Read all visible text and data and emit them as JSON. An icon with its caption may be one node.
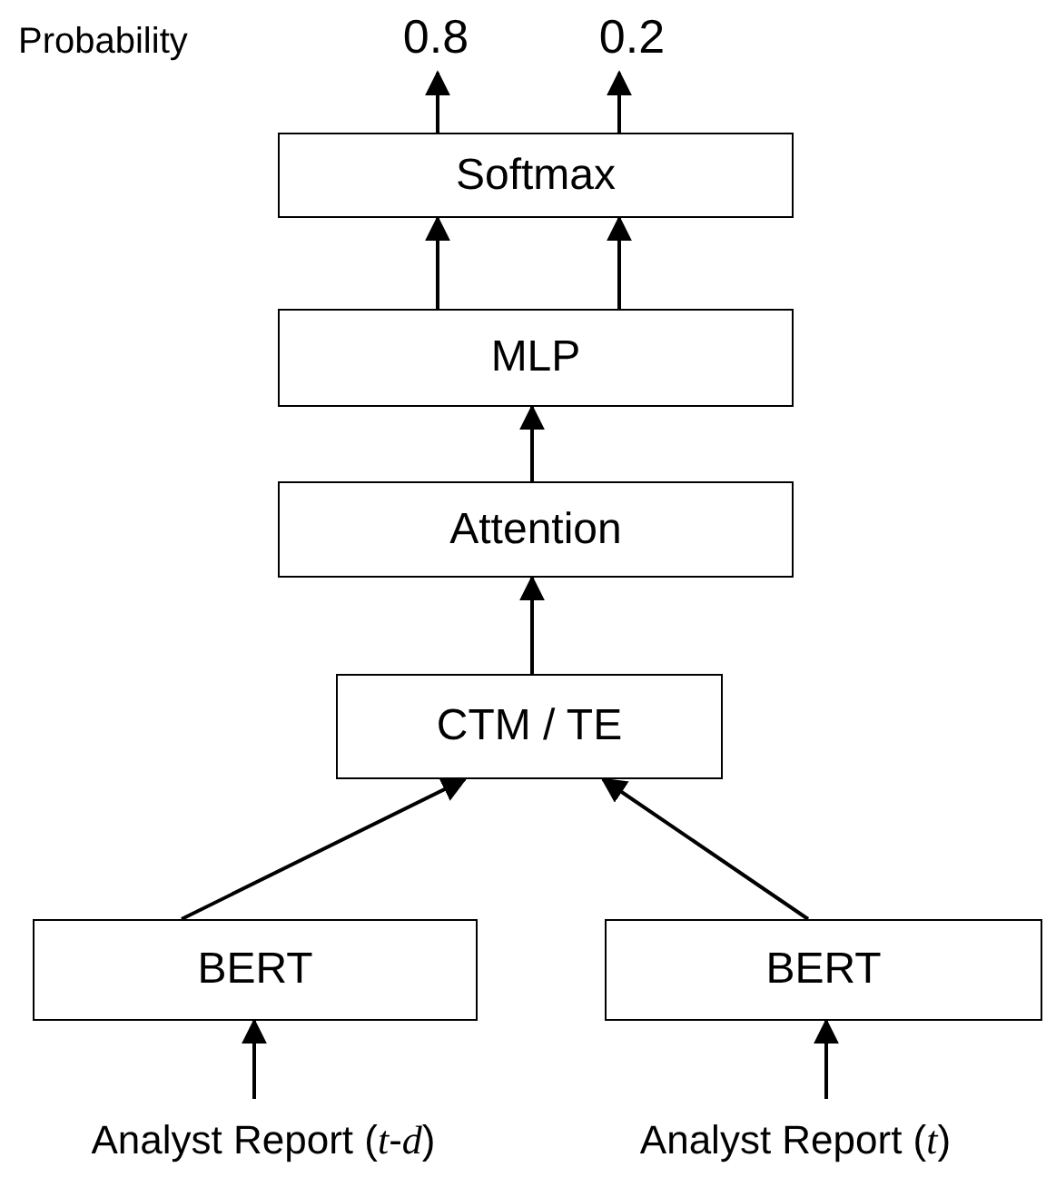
{
  "diagram": {
    "nodes": [
      {
        "text": [
          "0.8"
        ]
      },
      {
        "text": [
          "0.2"
        ]
      },
      {
        "text": [
          "Softmax"
        ]
      },
      {
        "text": [
          "MLP"
        ]
      },
      {
        "text": [
          "Attention"
        ]
      },
      {
        "text": [
          "CTM / TE"
        ]
      },
      {
        "text": [
          "BERT"
        ]
      },
      {
        "text": [
          "BERT"
        ]
      },
      {
        "text": [
          "Analyst Report (*t*-*d*)"
        ]
      },
      {
        "text": [
          "Analyst Report (*t*)"
        ]
      }
    ],
    "edges": [
      {
        "from": 2,
        "to": 0,
        "arrow": "to"
      },
      {
        "from": 2,
        "to": 1,
        "arrow": "to"
      },
      {
        "from": 3,
        "to": 2,
        "arrow": "to"
      },
      {
        "from": 3,
        "to": 2,
        "arrow": "to"
      },
      {
        "from": 4,
        "to": 3,
        "arrow": "to"
      },
      {
        "from": 5,
        "to": 4,
        "arrow": "to"
      },
      {
        "from": 6,
        "to": 5,
        "arrow": "to"
      },
      {
        "from": 7,
        "to": 5,
        "arrow": "to"
      },
      {
        "from": 8,
        "to": 6,
        "arrow": "to"
      },
      {
        "from": 9,
        "to": 7,
        "arrow": "to"
      }
    ],
    "labels": [
      "Probability"
    ]
  }
}
